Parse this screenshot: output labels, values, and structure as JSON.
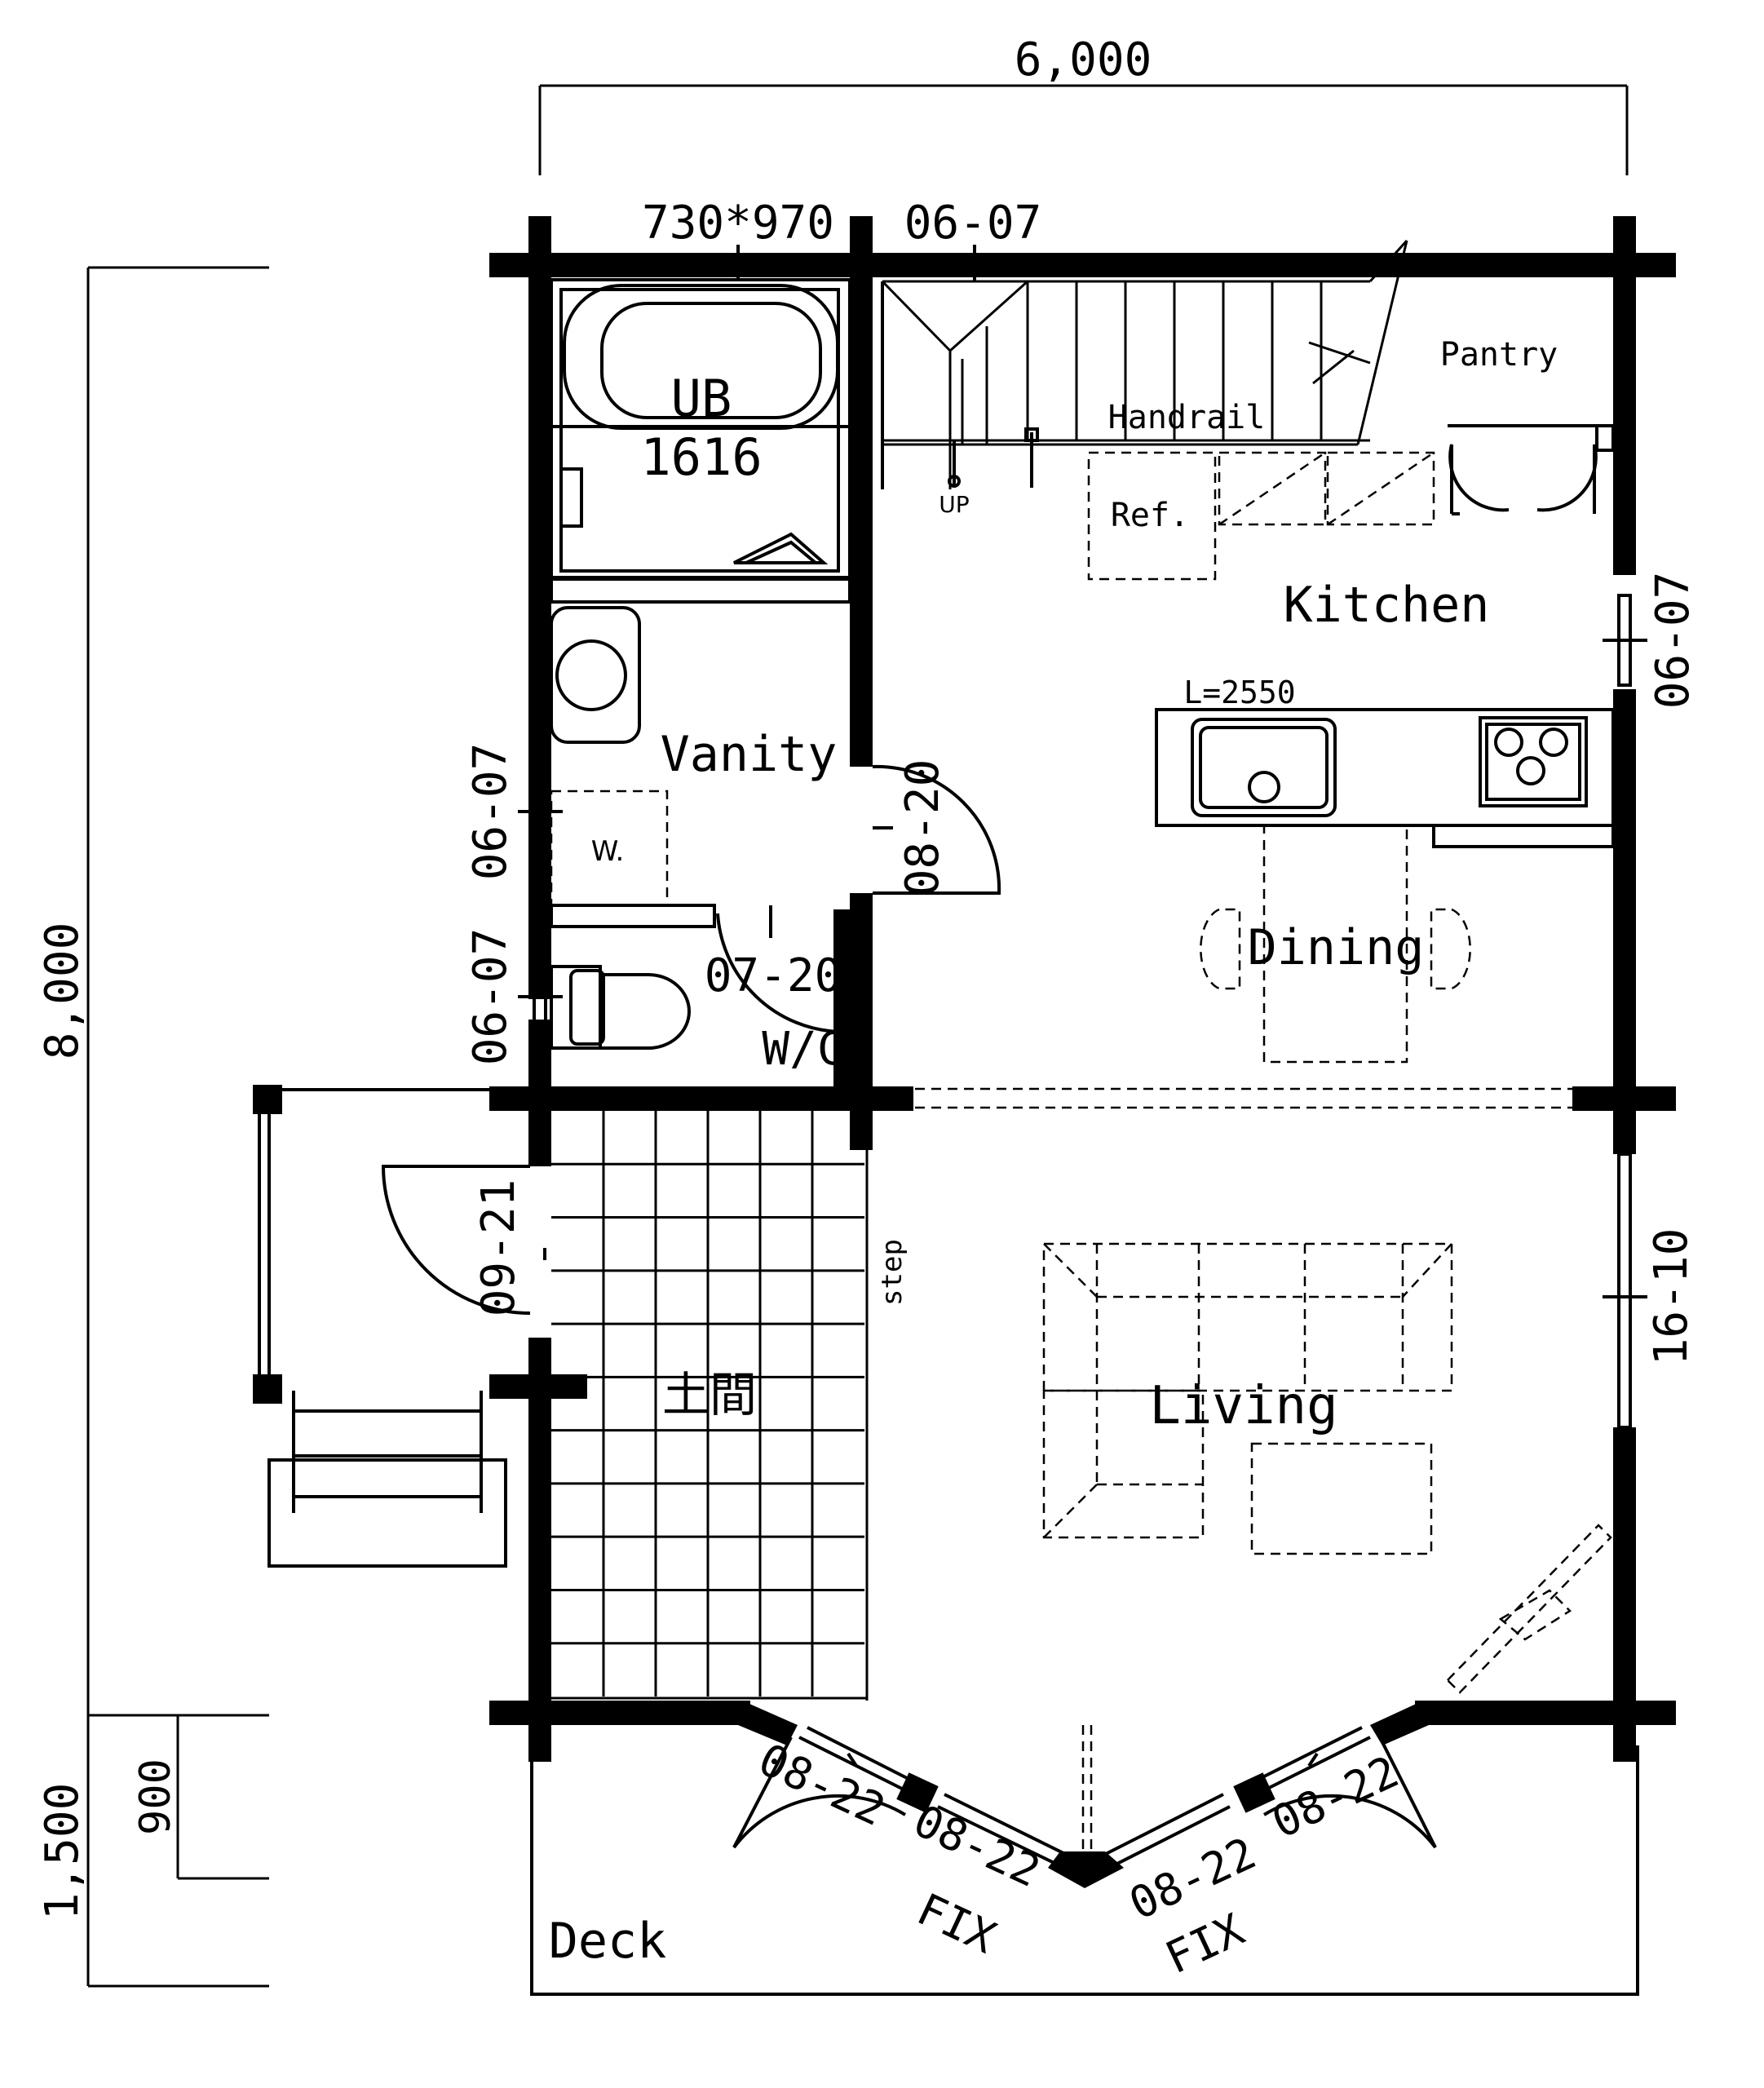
{
  "dimensions": {
    "width_total": "6,000",
    "depth_total": "8,000",
    "deck_depth": "1,500",
    "deck_sub": "900"
  },
  "rooms": {
    "bath": "UB",
    "bath_size": "1616",
    "pantry": "Pantry",
    "handrail": "Handrail",
    "up": "UP",
    "ref": "Ref.",
    "kitchen": "Kitchen",
    "counter": "L=2550",
    "vanity": "Vanity",
    "washer": "W.",
    "wc": "W/C",
    "dining": "Dining",
    "doma": "土間",
    "step": "step",
    "living": "Living",
    "deck": "Deck"
  },
  "openings": {
    "bath_window": "730*970",
    "north_window": "06-07",
    "kitchen_window": "06-07",
    "vanity_window": "06-07",
    "wc_window": "06-07",
    "vanity_door": "08-20",
    "wc_door": "07-20",
    "entry_door": "09-21",
    "living_window": "16-10",
    "deck_door_left": "08-22",
    "deck_door_right": "08-22",
    "fix_left_code": "08-22",
    "fix_left": "FIX",
    "fix_right_code": "08-22",
    "fix_right": "FIX"
  }
}
